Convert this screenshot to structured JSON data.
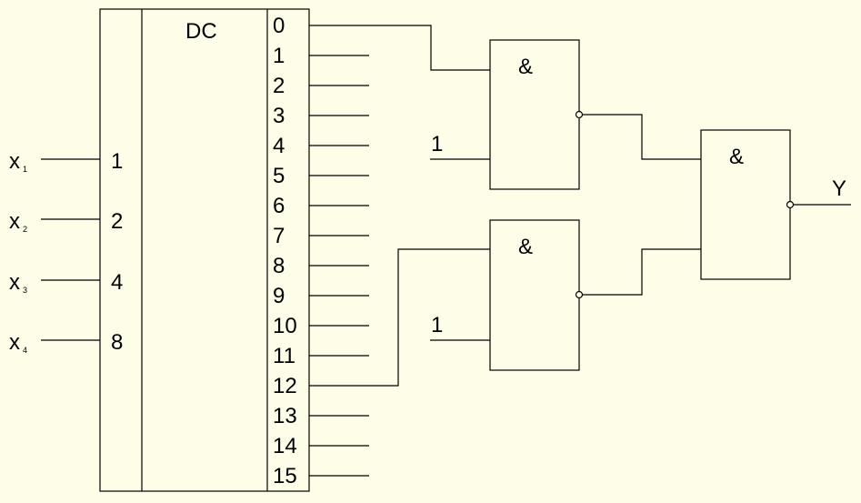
{
  "decoder": {
    "title": "DC",
    "inputs": [
      {
        "name": "x",
        "index": "1",
        "weight": "1"
      },
      {
        "name": "x",
        "index": "2",
        "weight": "2"
      },
      {
        "name": "x",
        "index": "3",
        "weight": "4"
      },
      {
        "name": "x",
        "index": "4",
        "weight": "8"
      }
    ],
    "outputs": [
      "0",
      "1",
      "2",
      "3",
      "4",
      "5",
      "6",
      "7",
      "8",
      "9",
      "10",
      "11",
      "12",
      "13",
      "14",
      "15"
    ]
  },
  "gates": {
    "gate1": {
      "symbol": "&",
      "const_input": "1"
    },
    "gate2": {
      "symbol": "&",
      "const_input": "1"
    },
    "gate3": {
      "symbol": "&"
    }
  },
  "output": {
    "label": "Y"
  }
}
